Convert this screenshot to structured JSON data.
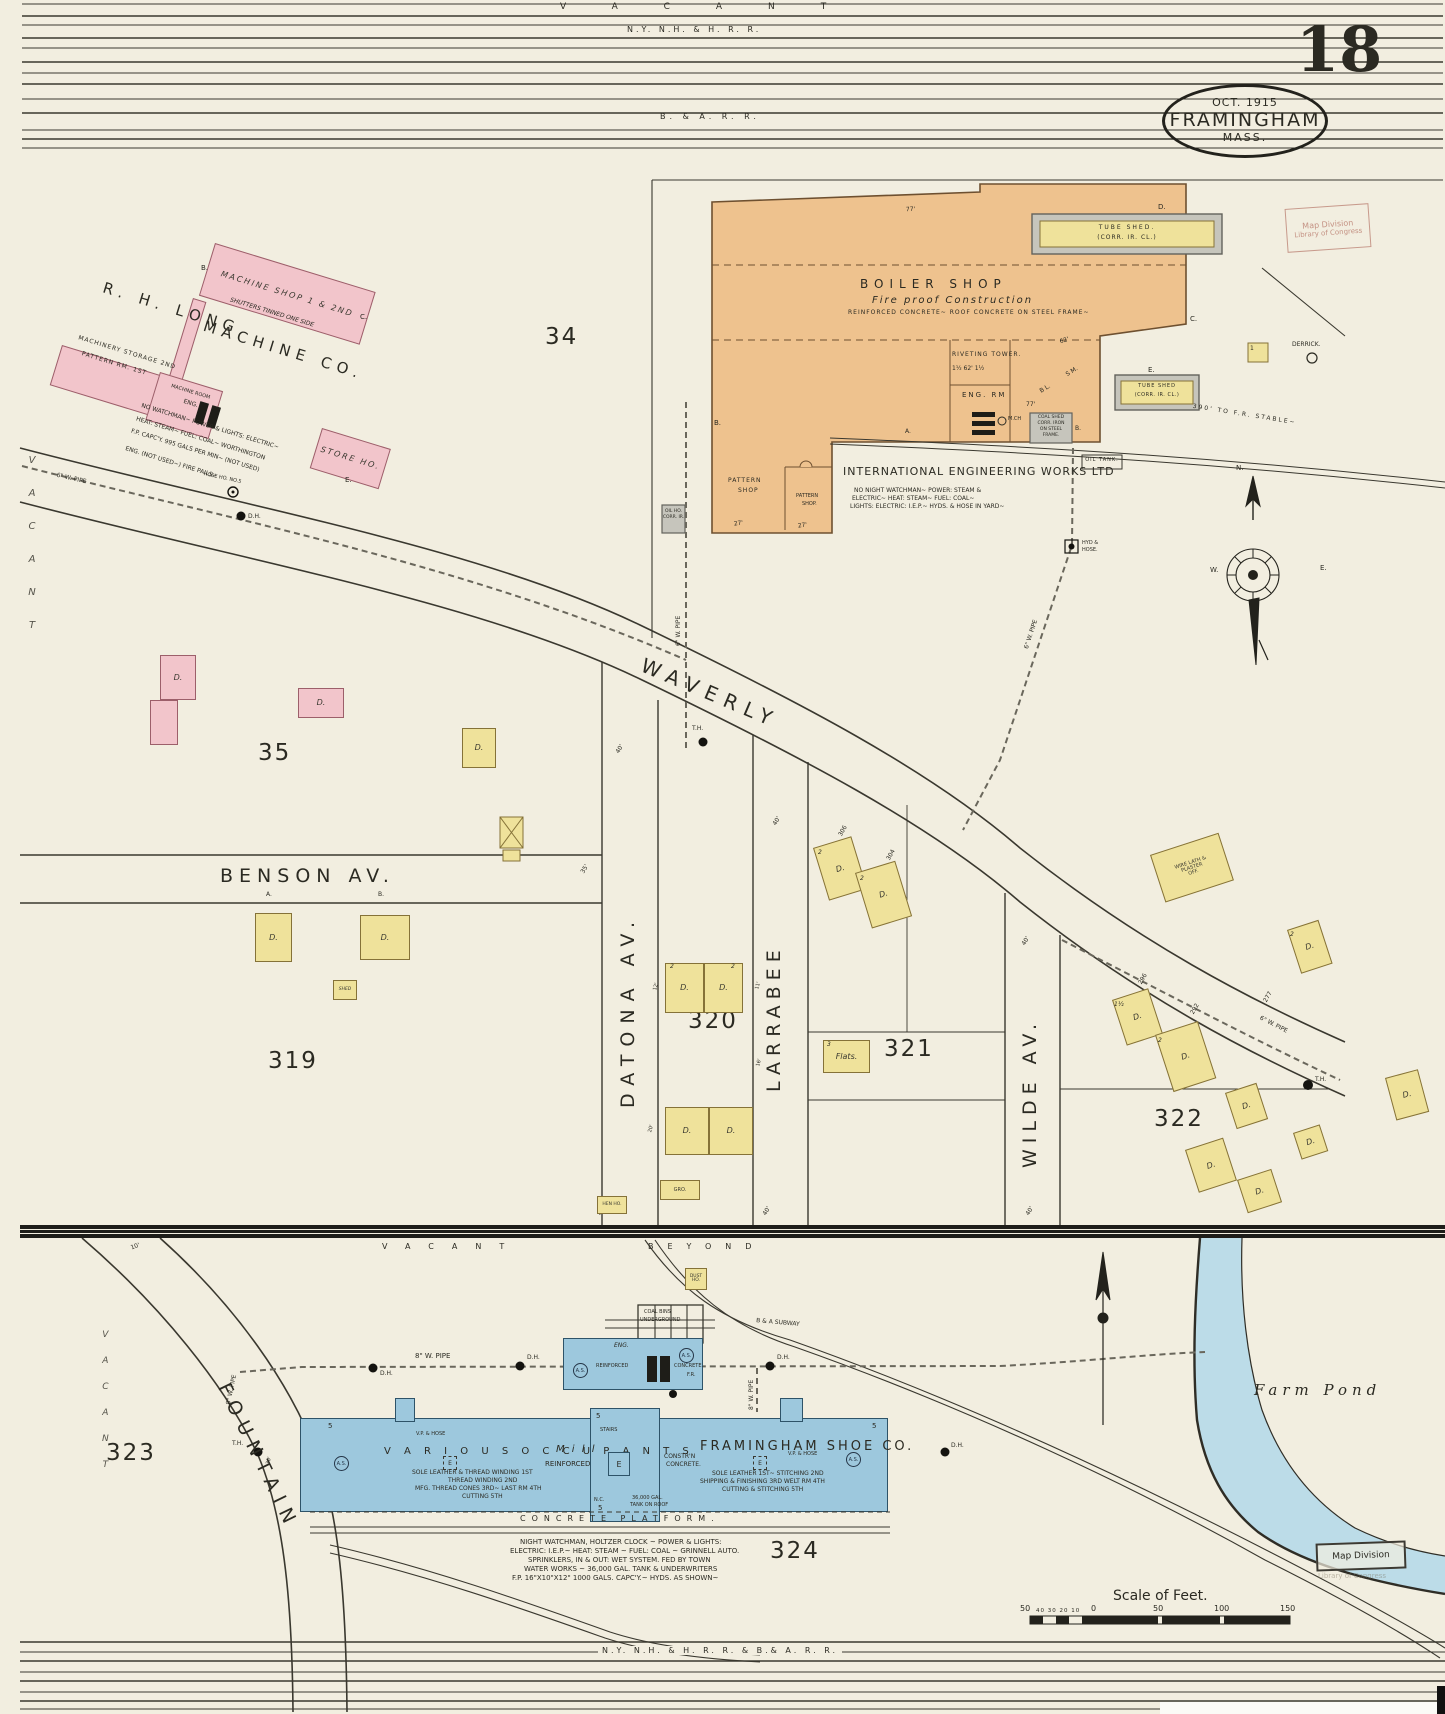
{
  "sheet": {
    "number": "18",
    "date": "OCT. 1915",
    "city": "FRAMINGHAM",
    "state": "MASS."
  },
  "stamps": {
    "lib1": "Map Division",
    "lib2": "Library of Congress",
    "map_div": "Map Division"
  },
  "rr": {
    "vacant": "VACANT",
    "beyond": "BEYOND",
    "nynh": "N.Y. N.H. & H. R. R.",
    "ba": "B. & A. R. R.",
    "bottom": "N.Y. N.H. & H. R. R.  &  B.& A. R. R.",
    "subway": "B & A SUBWAY"
  },
  "streets": {
    "waverly": "WAVERLY",
    "benson": "BENSON    AV.",
    "datona": "DATONA  AV.",
    "larrabee": "LARRABEE",
    "wilde": "WILDE  AV.",
    "fountain": "FOUNTAIN"
  },
  "blocks": {
    "n34": "34",
    "n35": "35",
    "n319": "319",
    "n320": "320",
    "n321": "321",
    "n322": "322",
    "n323": "323",
    "n324": "324"
  },
  "longco": {
    "name1": "R. H. LONG",
    "name2": "MACHINE  CO.",
    "shop": "MACHINE  SHOP  1 & 2ND",
    "shutters": "SHUTTERS TINNED ONE SIDE",
    "sto1": "MACHINERY  STORAGE  2ND",
    "sto2": "PATTERN  RM.  1ST",
    "mrm": "MACHINE ROOM",
    "eng": "ENG.",
    "store": "STORE  HO.",
    "n1": "NO WATCHMAN~ POWER & LIGHTS: ELECTRIC~",
    "n2": "HEAT: STEAM~ FUEL: COAL~ WORTHINGTON",
    "n3": "F.P. CAPC'Y. 995 GALS PER MIN~ (NOT USED)",
    "n4": "ENG. (NOT USED~)  FIRE PAILS~"
  },
  "iew": {
    "name": "INTERNATIONAL   ENGINEERING   WORKS   LTD",
    "n1": "NO NIGHT WATCHMAN~ POWER: STEAM &",
    "n2": "ELECTRIC~ HEAT: STEAM~ FUEL: COAL~",
    "n3": "LIGHTS: ELECTRIC: I.E.P.~ HYDS. & HOSE IN YARD~",
    "boiler": "BOILER  SHOP",
    "fire": "Fire  proof  Construction",
    "constr": "REINFORCED CONCRETE~ ROOF CONCRETE ON STEEL FRAME~",
    "riv": "RIVETING  TOWER.",
    "rivd": "1½     62'          1½",
    "engrm": "ENG.  RM",
    "bl": "B L.",
    "sm": "S M.",
    "pat1": "PATTERN",
    "pat2": "SHOP",
    "pat3": "PATTERN",
    "pat4": "SHOP.",
    "coal1": "COAL SHED",
    "coal2": "CORR. IRON",
    "coal3": "ON STEEL",
    "coal4": "FRAME.",
    "oilho": "OIL HO.",
    "oilho2": "CORR. IR.",
    "tube1": "TUBE   SHED.",
    "tubec": "(CORR. IR. CL.)",
    "tube2": "TUBE  SHED",
    "oiltank": "OIL  TANK.",
    "derrick": "DERRICK.",
    "stable": "390'   TO   F.R.   STABLE~",
    "mch": "M.CH",
    "hyd1": "HYD &",
    "hyd2": "HOSE."
  },
  "shoe": {
    "various": "V A R I O U S       O C C U P A N T S",
    "mill": "M i l l",
    "reinf": "REINFORCED",
    "con1": "CONSTR'N",
    "con2": "CONCRETE.",
    "name": "FRAMINGHAM   SHOE   CO.",
    "l1": "SOLE LEATHER & THREAD WINDING 1ST",
    "l2": "THREAD WINDING 2ND",
    "l3": "MFG. THREAD CONES 3RD~ LAST RM 4TH",
    "l4": "CUTTING 5TH",
    "r1": "SOLE LEATHER 1ST~  STITCHING 2ND",
    "r2": "SHIPPING & FINISHING 3RD   WELT RM 4TH",
    "r3": "CUTTING  &  STITCHING  5TH",
    "stairs": "STAIRS",
    "e": "E",
    "nc": "N.C.",
    "tank1": "36,000 GAL.",
    "tank2": "TANK ON ROOF",
    "plat": "CONCRETE        PLATFORM.",
    "eng": "ENG.",
    "as": "A.S.",
    "fr": "F.R.",
    "five": "5",
    "vp": "V.P. & HOSE",
    "bins1": "COAL  BINS",
    "bins2": "UNDERGROUND",
    "dust": "DUST HO.",
    "n1": "NIGHT WATCHMAN, HOLTZER CLOCK ~ POWER & LIGHTS:",
    "n2": "ELECTRIC: I.E.P.~ HEAT: STEAM ~ FUEL: COAL ~ GRINNELL AUTO.",
    "n3": "SPRINKLERS, IN & OUT:  WET SYSTEM.  FED BY TOWN",
    "n4": "WATER WORKS ~ 36,000 GAL. TANK & UNDERWRITERS",
    "n5": "F.P. 16\"X10\"X12\"  1000 GALS. CAPC'Y.~ HYDS. AS SHOWN~"
  },
  "pond": {
    "name": "Farm   Pond"
  },
  "scale": {
    "title": "Scale  of  Feet.",
    "a": "50",
    "b": "40 30 20 10",
    "c": "0",
    "d": "50",
    "e": "100",
    "f": "150"
  },
  "pipes": {
    "w6": "6\" W. PIPE",
    "w8": "8\" W. PIPE",
    "dh": "D.H.",
    "th": "T.H.",
    "hoseho": "HOSE HO. NO.5"
  },
  "compass": {
    "n": "N.",
    "w": "W.",
    "e": "E."
  },
  "misc": {
    "vacant": "VACANT",
    "d": "D.",
    "two": "2",
    "half": "1½",
    "three": "3",
    "one": "1",
    "shed": "SHED",
    "gro": "GRO.",
    "hen": "HEN HO.",
    "flats": "Flats.",
    "off1": "WIRE LATH &",
    "off2": "PLASTER",
    "off3": "OFF.",
    "a": "A.",
    "b": "B.",
    "c": "C.",
    "dlet": "D.",
    "e": "E.",
    "n306": "306",
    "n304": "304",
    "n296": "296",
    "n292": "292",
    "n277": "277",
    "f40": "40'",
    "f35": "35'",
    "f30": "30'",
    "f27": "27'",
    "f20": "20'",
    "f16": "16'",
    "f12": "12'",
    "f11": "11'",
    "f10": "10'",
    "f62": "62'",
    "f77": "77'"
  }
}
